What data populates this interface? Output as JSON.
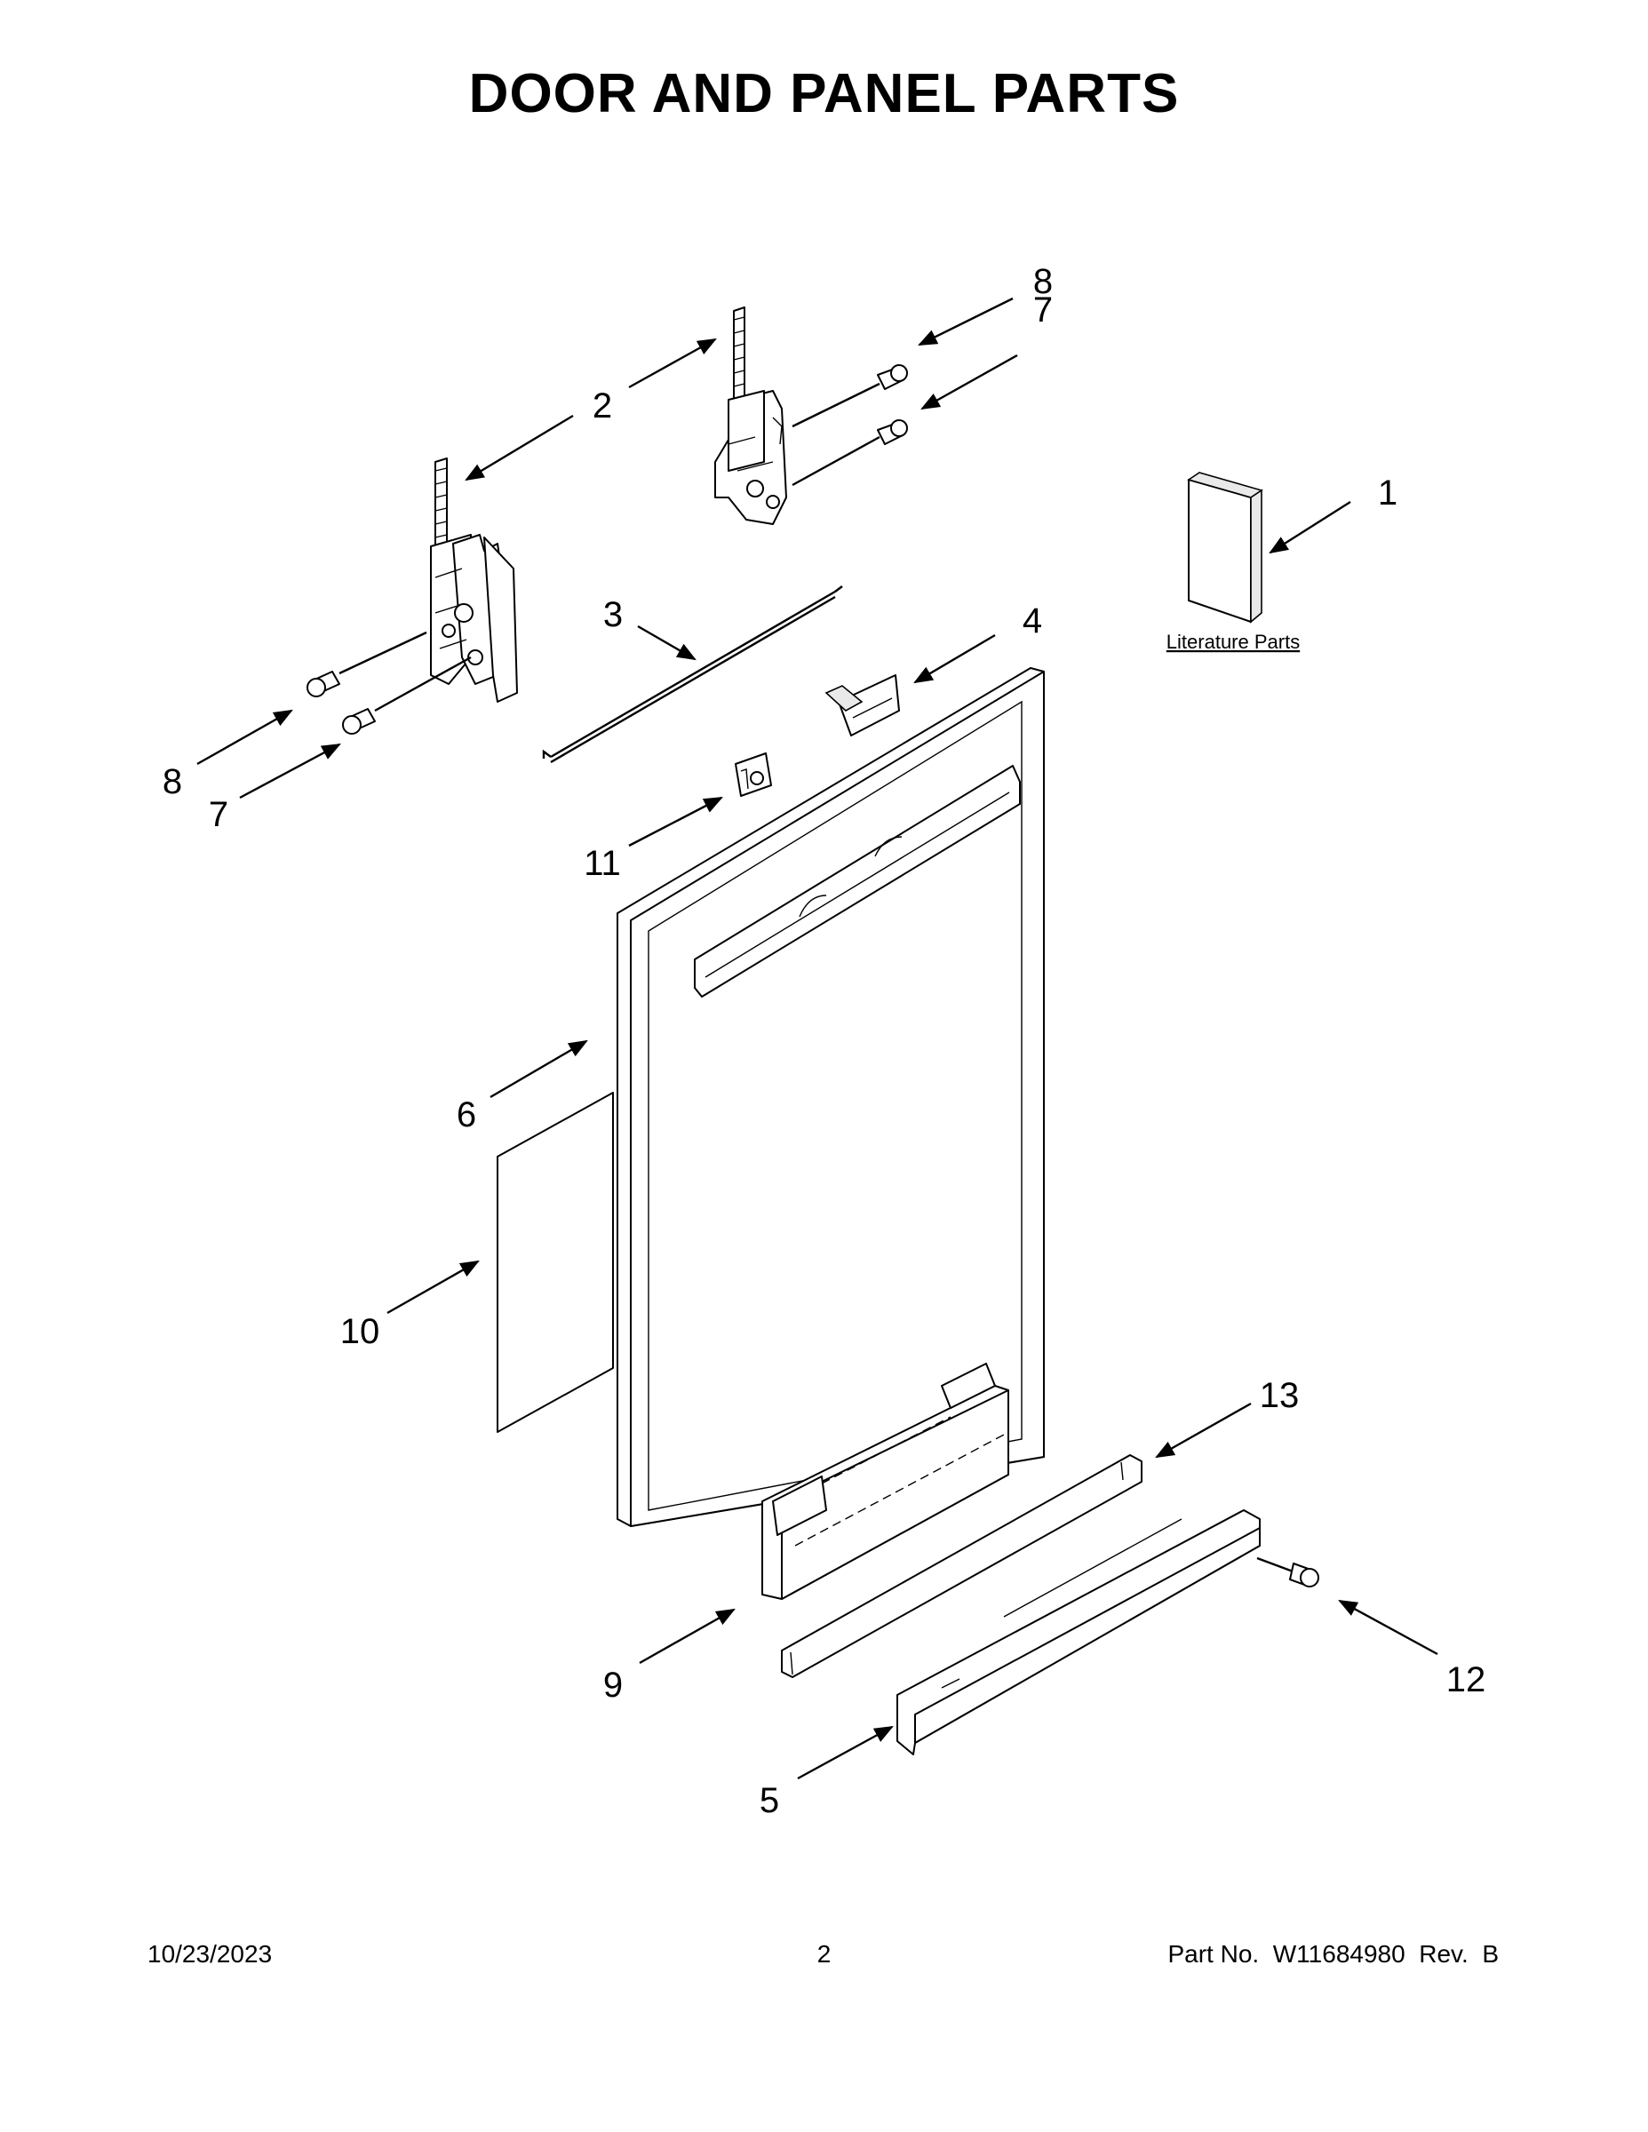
{
  "title": "DOOR AND PANEL PARTS",
  "footer": {
    "date": "10/23/2023",
    "page": "2",
    "part_label": "Part No.",
    "part_number": "W11684980",
    "rev_label": "Rev.",
    "rev": "B"
  },
  "literature_label": "Literature Parts",
  "callouts": {
    "c1": "1",
    "c2": "2",
    "c3": "3",
    "c4": "4",
    "c5": "5",
    "c6": "6",
    "c7a": "7",
    "c7b": "7",
    "c8a": "8",
    "c8b": "8",
    "c9": "9",
    "c10": "10",
    "c11": "11",
    "c12": "12",
    "c13": "13"
  }
}
